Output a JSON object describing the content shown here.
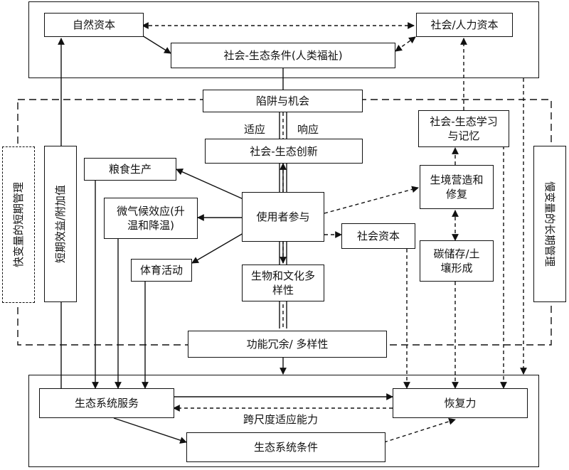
{
  "nodes": {
    "natural_capital": "自然资本",
    "social_human_capital": "社会/人力资本",
    "socio_eco_conditions": "社会-生态条件(人类福祉)",
    "traps_opportunities": "陷阱与机会",
    "adapt": "适应",
    "respond": "响应",
    "socio_eco_innovation": "社会-生态创新",
    "socio_eco_learning": "社会-生态学习与记忆",
    "food_production": "粮食生产",
    "microclimate": "微气候效应(升温和降温)",
    "user_participation": "使用者参与",
    "habitat_restoration": "生境营造和修复",
    "social_capital": "社会资本",
    "sports": "体育活动",
    "bio_cultural_diversity": "生物和文化多样性",
    "carbon_soil": "碳储存/土壤形成",
    "functional_redundancy": "功能冗余/ 多样性",
    "ecosystem_services": "生态系统服务",
    "resilience": "恢复力",
    "cross_scale": "跨尺度适应能力",
    "ecosystem_conditions": "生态系统条件",
    "fast_var_short_mgmt": "快变量的短期管理",
    "short_benefit": "短期效益/附加值",
    "slow_var_long_mgmt": "慢变量的长期管理"
  }
}
